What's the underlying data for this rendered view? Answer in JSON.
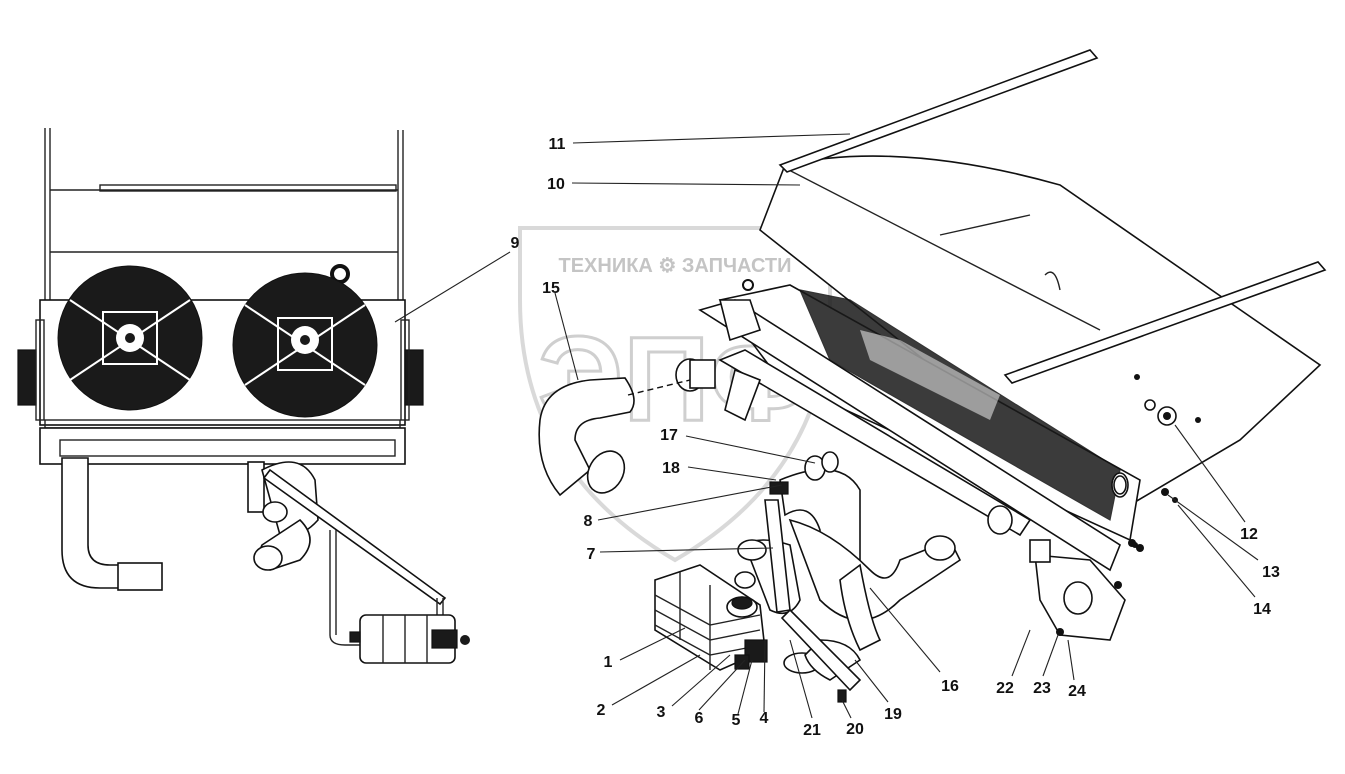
{
  "watermark": {
    "text": "ТЕХНИКА ⚙ ЗАПЧАСТИ",
    "big": "ЭПФ"
  },
  "callouts": [
    {
      "id": "c1",
      "label": "1"
    },
    {
      "id": "c2",
      "label": "2"
    },
    {
      "id": "c3",
      "label": "3"
    },
    {
      "id": "c4",
      "label": "4"
    },
    {
      "id": "c5",
      "label": "5"
    },
    {
      "id": "c6",
      "label": "6"
    },
    {
      "id": "c7",
      "label": "7"
    },
    {
      "id": "c8",
      "label": "8"
    },
    {
      "id": "c9",
      "label": "9"
    },
    {
      "id": "c10",
      "label": "10"
    },
    {
      "id": "c11",
      "label": "11"
    },
    {
      "id": "c12",
      "label": "12"
    },
    {
      "id": "c13",
      "label": "13"
    },
    {
      "id": "c14",
      "label": "14"
    },
    {
      "id": "c15",
      "label": "15"
    },
    {
      "id": "c16",
      "label": "16"
    },
    {
      "id": "c17",
      "label": "17"
    },
    {
      "id": "c18",
      "label": "18"
    },
    {
      "id": "c19",
      "label": "19"
    },
    {
      "id": "c20",
      "label": "20"
    },
    {
      "id": "c21",
      "label": "21"
    },
    {
      "id": "c22",
      "label": "22"
    },
    {
      "id": "c23",
      "label": "23"
    },
    {
      "id": "c24",
      "label": "24"
    }
  ]
}
